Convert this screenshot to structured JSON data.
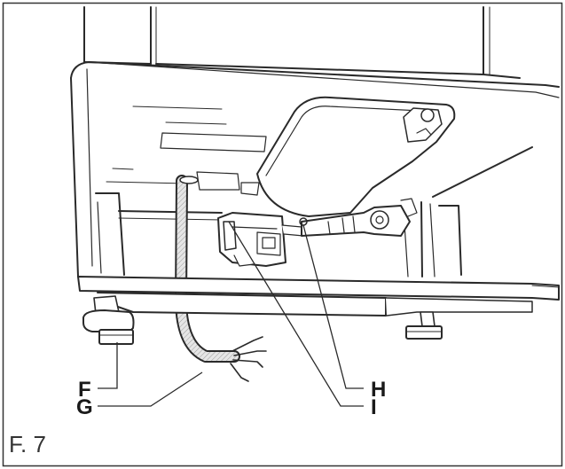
{
  "figure": {
    "caption": "F. 7",
    "callouts": {
      "F": "F",
      "G": "G",
      "H": "H",
      "I": "I"
    }
  },
  "colors": {
    "line": "#2a2a2a",
    "background": "#ffffff",
    "hose_fill": "#d9d9d9"
  }
}
